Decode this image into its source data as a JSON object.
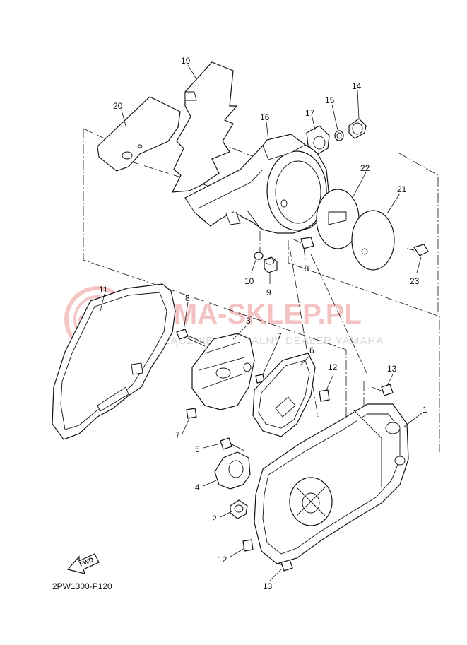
{
  "diagram": {
    "code": "2PW1300-P120",
    "fwd_label": "FWD",
    "watermark": {
      "main": "YAMA-SKLEP.PL",
      "sub": "WYŁĄCZNIE OFICJALNY DEALER YAMAHA"
    },
    "callouts": {
      "p1": "1",
      "p2": "2",
      "p3": "3",
      "p4": "4",
      "p5": "5",
      "p6": "6",
      "p7a": "7",
      "p7b": "7",
      "p8": "8",
      "p9": "9",
      "p10": "10",
      "p11": "11",
      "p12a": "12",
      "p12b": "12",
      "p13a": "13",
      "p13b": "13",
      "p14": "14",
      "p15": "15",
      "p16": "16",
      "p17": "17",
      "p18": "18",
      "p19": "19",
      "p20": "20",
      "p21": "21",
      "p22": "22",
      "p23": "23"
    }
  }
}
